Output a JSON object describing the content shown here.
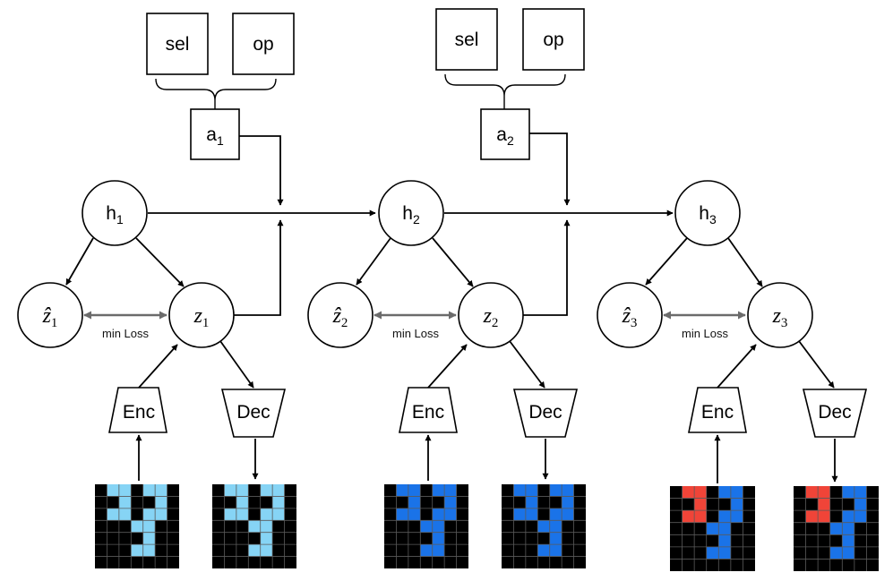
{
  "labels": {
    "sel": "sel",
    "op": "op",
    "enc": "Enc",
    "dec": "Dec",
    "min_loss": "min Loss"
  },
  "actions": [
    {
      "base": "a",
      "sub": "1"
    },
    {
      "base": "a",
      "sub": "2"
    }
  ],
  "steps": [
    {
      "h": {
        "base": "h",
        "sub": "1"
      },
      "z": {
        "base": "z",
        "sub": "1"
      },
      "zhat": {
        "base": "ẑ",
        "sub": "1"
      }
    },
    {
      "h": {
        "base": "h",
        "sub": "2"
      },
      "z": {
        "base": "z",
        "sub": "2"
      },
      "zhat": {
        "base": "ẑ",
        "sub": "2"
      }
    },
    {
      "h": {
        "base": "h",
        "sub": "3"
      },
      "z": {
        "base": "z",
        "sub": "3"
      },
      "zhat": {
        "base": "ẑ",
        "sub": "3"
      }
    }
  ],
  "colors": {
    "background": "#000000",
    "light_blue": "#86d4f5",
    "blue": "#1a73e8",
    "red": "#f04438",
    "grid": "#5a5a5a",
    "loss_arrow": "#6b6b6b"
  },
  "grids": [
    {
      "name": "grid-1-input",
      "rows": [
        "0110110",
        "0010010",
        "0110110",
        "0001100",
        "0000100",
        "0001100",
        "0000000"
      ],
      "palette": {
        "1": "light_blue"
      }
    },
    {
      "name": "grid-1-output",
      "rows": [
        "0110110",
        "0010010",
        "0110110",
        "0001100",
        "0000100",
        "0001100",
        "0000000"
      ],
      "palette": {
        "1": "light_blue"
      }
    },
    {
      "name": "grid-2-input",
      "rows": [
        "0110110",
        "0010010",
        "0110110",
        "0001100",
        "0000100",
        "0001100",
        "0000000"
      ],
      "palette": {
        "1": "blue"
      }
    },
    {
      "name": "grid-2-output",
      "rows": [
        "0110110",
        "0010010",
        "0110110",
        "0001100",
        "0000100",
        "0001100",
        "0000000"
      ],
      "palette": {
        "1": "blue"
      }
    },
    {
      "name": "grid-3-input",
      "rows": [
        "0220110",
        "0020010",
        "0220110",
        "0001100",
        "0000100",
        "0001100",
        "0000000"
      ],
      "palette": {
        "1": "blue",
        "2": "red"
      }
    },
    {
      "name": "grid-3-output",
      "rows": [
        "0220110",
        "0020010",
        "0220110",
        "0001100",
        "0000100",
        "0001100",
        "0000000"
      ],
      "palette": {
        "1": "blue",
        "2": "red"
      }
    }
  ]
}
